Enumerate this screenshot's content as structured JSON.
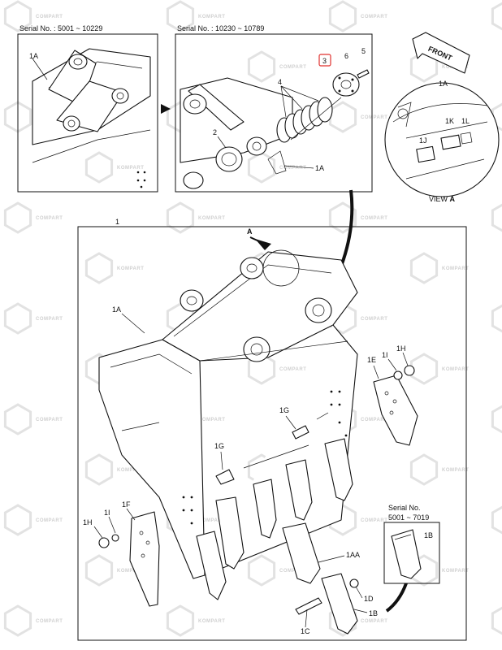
{
  "watermark": {
    "text": "KOMPART",
    "text_alt": "COMPART"
  },
  "panels": {
    "serial_left": "Serial No. : 5001 ~ 10229",
    "serial_mid": "Serial No. : 10230 ~ 10789",
    "view_caption_prefix": "VIEW",
    "view_caption_letter": "A",
    "inset_serial_line1": "Serial No.",
    "inset_serial_line2": "5001 ~ 7019",
    "front_label": "FRONT",
    "arrow_a": "A"
  },
  "callouts": {
    "c1": "1",
    "c1A_left": "1A",
    "c1A_mid": "1A",
    "c1A_view": "1A",
    "c1A_main": "1A",
    "c1AA": "1AA",
    "c1B": "1B",
    "c1B_inset": "1B",
    "c1C": "1C",
    "c1D": "1D",
    "c1E": "1E",
    "c1F": "1F",
    "c1G_upper": "1G",
    "c1G_lower": "1G",
    "c1H_right": "1H",
    "c1H_left": "1H",
    "c1I_right": "1I",
    "c1I_left": "1I",
    "c1J": "1J",
    "c1K": "1K",
    "c1L": "1L",
    "c2": "2",
    "c3": "3",
    "c4": "4",
    "c5": "5",
    "c6": "6"
  },
  "colors": {
    "line": "#111111",
    "highlight": "#e0312f",
    "watermark": "#d0d0d0"
  }
}
